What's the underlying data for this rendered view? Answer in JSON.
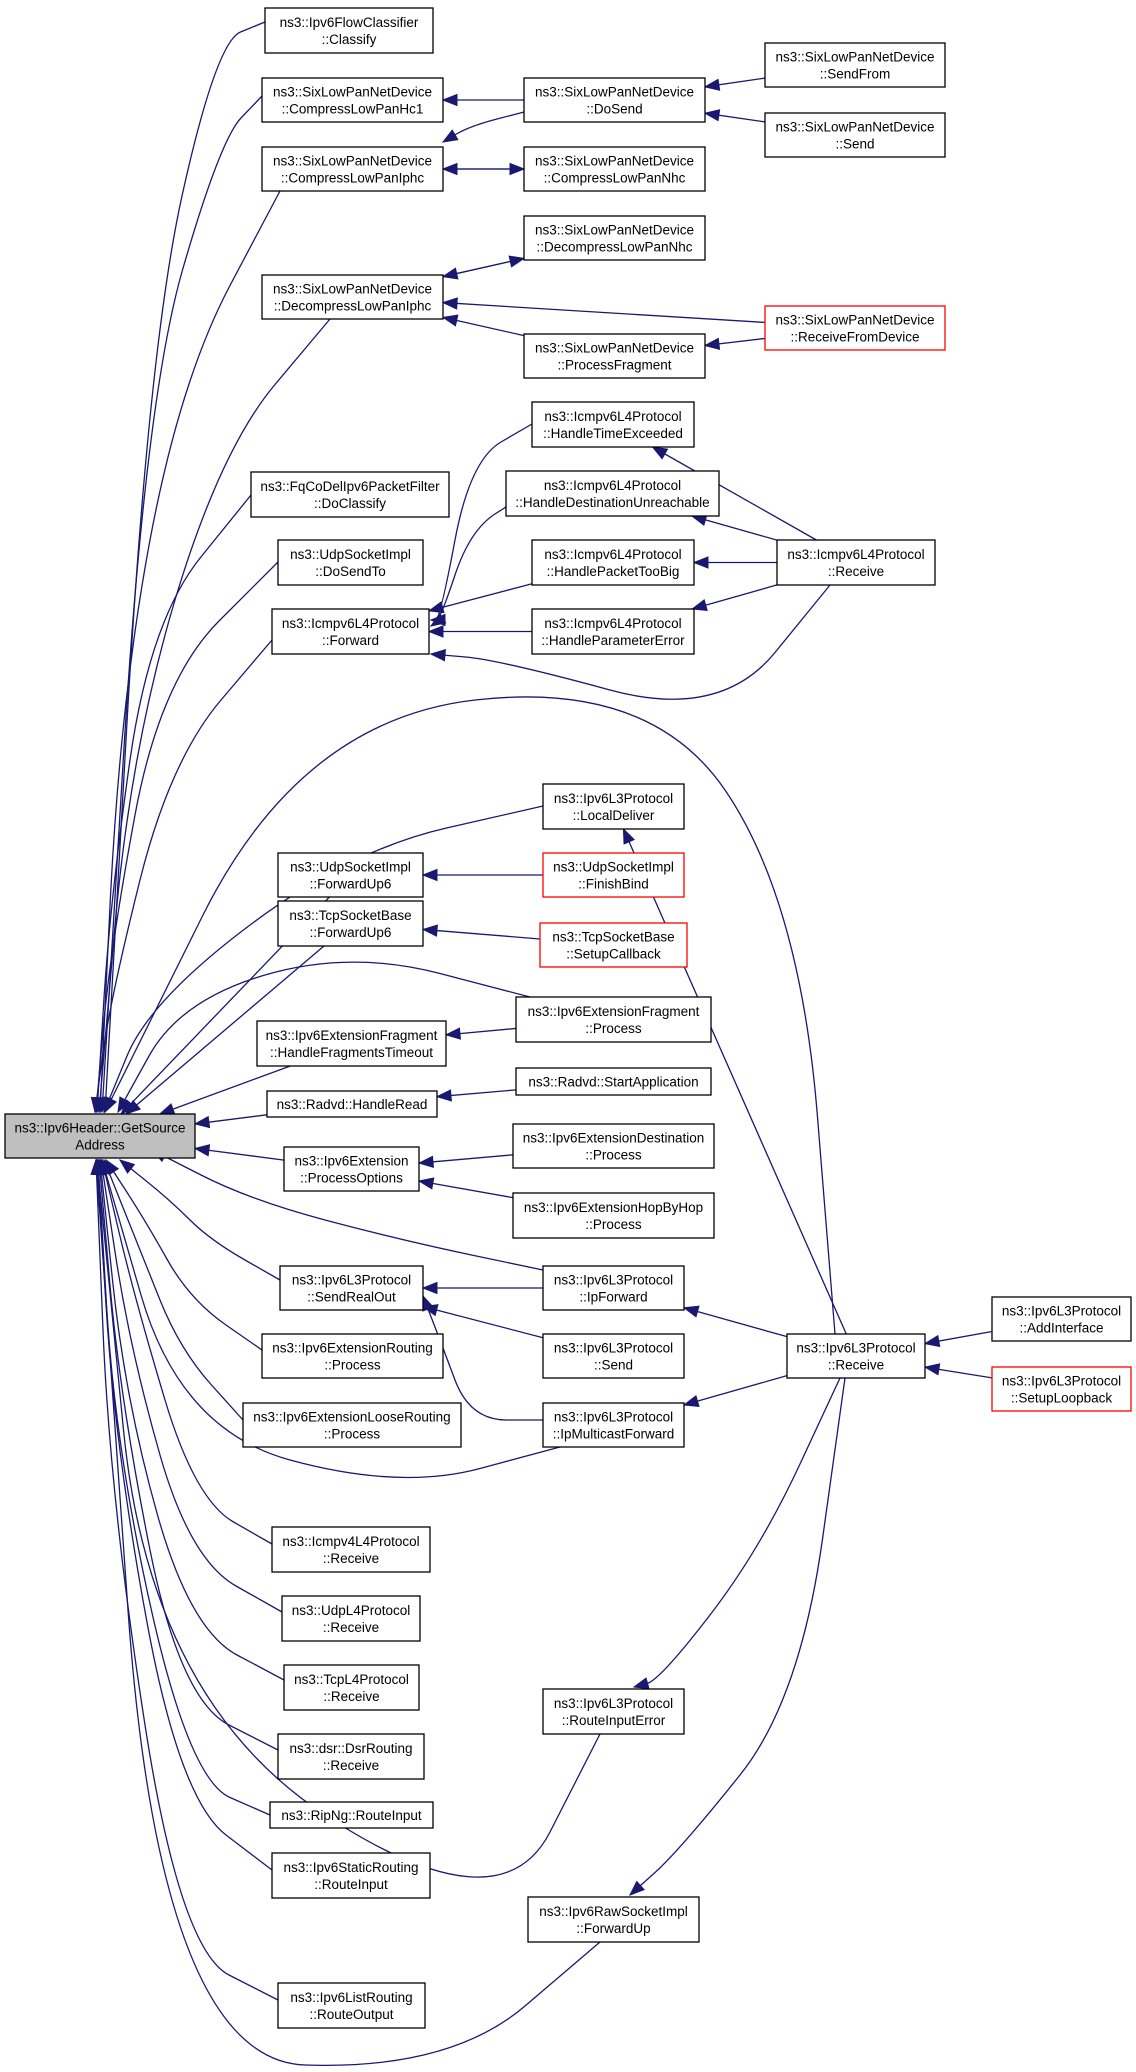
{
  "diagram": {
    "type": "call-graph",
    "colors": {
      "edge": "#191970",
      "root_fill": "#bfbfbf",
      "node_border": "#000000",
      "truncated_border": "#ff0000"
    },
    "nodes": [
      {
        "id": "root",
        "lines": [
          "ns3::Ipv6Header::GetSource",
          "Address"
        ],
        "style": "root"
      },
      {
        "id": "flowclassify",
        "lines": [
          "ns3::Ipv6FlowClassifier",
          "::Classify"
        ]
      },
      {
        "id": "compresshc1",
        "lines": [
          "ns3::SixLowPanNetDevice",
          "::CompressLowPanHc1"
        ]
      },
      {
        "id": "compressiphc",
        "lines": [
          "ns3::SixLowPanNetDevice",
          "::CompressLowPanIphc"
        ]
      },
      {
        "id": "decompressiphc",
        "lines": [
          "ns3::SixLowPanNetDevice",
          "::DecompressLowPanIphc"
        ]
      },
      {
        "id": "dosend",
        "lines": [
          "ns3::SixLowPanNetDevice",
          "::DoSend"
        ]
      },
      {
        "id": "compressnhc",
        "lines": [
          "ns3::SixLowPanNetDevice",
          "::CompressLowPanNhc"
        ]
      },
      {
        "id": "decompressnhc",
        "lines": [
          "ns3::SixLowPanNetDevice",
          "::DecompressLowPanNhc"
        ]
      },
      {
        "id": "processfragment",
        "lines": [
          "ns3::SixLowPanNetDevice",
          "::ProcessFragment"
        ]
      },
      {
        "id": "sendfrom",
        "lines": [
          "ns3::SixLowPanNetDevice",
          "::SendFrom"
        ]
      },
      {
        "id": "send6lp",
        "lines": [
          "ns3::SixLowPanNetDevice",
          "::Send"
        ]
      },
      {
        "id": "receivefromdevice",
        "lines": [
          "ns3::SixLowPanNetDevice",
          "::ReceiveFromDevice"
        ],
        "style": "red"
      },
      {
        "id": "fqcodel",
        "lines": [
          "ns3::FqCoDelIpv6PacketFilter",
          "::DoClassify"
        ]
      },
      {
        "id": "udpdosendto",
        "lines": [
          "ns3::UdpSocketImpl",
          "::DoSendTo"
        ]
      },
      {
        "id": "icmpforward",
        "lines": [
          "ns3::Icmpv6L4Protocol",
          "::Forward"
        ]
      },
      {
        "id": "handletime",
        "lines": [
          "ns3::Icmpv6L4Protocol",
          "::HandleTimeExceeded"
        ]
      },
      {
        "id": "handledest",
        "lines": [
          "ns3::Icmpv6L4Protocol",
          "::HandleDestinationUnreachable"
        ]
      },
      {
        "id": "handlepkt",
        "lines": [
          "ns3::Icmpv6L4Protocol",
          "::HandlePacketTooBig"
        ]
      },
      {
        "id": "handleparam",
        "lines": [
          "ns3::Icmpv6L4Protocol",
          "::HandleParameterError"
        ]
      },
      {
        "id": "icmp6receive",
        "lines": [
          "ns3::Icmpv6L4Protocol",
          "::Receive"
        ]
      },
      {
        "id": "localdeliver",
        "lines": [
          "ns3::Ipv6L3Protocol",
          "::LocalDeliver"
        ]
      },
      {
        "id": "udpforwardup6",
        "lines": [
          "ns3::UdpSocketImpl",
          "::ForwardUp6"
        ]
      },
      {
        "id": "finishbind",
        "lines": [
          "ns3::UdpSocketImpl",
          "::FinishBind"
        ],
        "style": "red"
      },
      {
        "id": "tcpforwardup6",
        "lines": [
          "ns3::TcpSocketBase",
          "::ForwardUp6"
        ]
      },
      {
        "id": "setupcallback",
        "lines": [
          "ns3::TcpSocketBase",
          "::SetupCallback"
        ],
        "style": "red"
      },
      {
        "id": "fragtimeout",
        "lines": [
          "ns3::Ipv6ExtensionFragment",
          "::HandleFragmentsTimeout"
        ]
      },
      {
        "id": "fragprocess",
        "lines": [
          "ns3::Ipv6ExtensionFragment",
          "::Process"
        ]
      },
      {
        "id": "radvdread",
        "lines": [
          "ns3::Radvd::HandleRead"
        ]
      },
      {
        "id": "radvdstart",
        "lines": [
          "ns3::Radvd::StartApplication"
        ]
      },
      {
        "id": "processoptions",
        "lines": [
          "ns3::Ipv6Extension",
          "::ProcessOptions"
        ]
      },
      {
        "id": "destprocess",
        "lines": [
          "ns3::Ipv6ExtensionDestination",
          "::Process"
        ]
      },
      {
        "id": "hopprocess",
        "lines": [
          "ns3::Ipv6ExtensionHopByHop",
          "::Process"
        ]
      },
      {
        "id": "sendrealout",
        "lines": [
          "ns3::Ipv6L3Protocol",
          "::SendRealOut"
        ]
      },
      {
        "id": "ipforward",
        "lines": [
          "ns3::Ipv6L3Protocol",
          "::IpForward"
        ]
      },
      {
        "id": "l3send",
        "lines": [
          "ns3::Ipv6L3Protocol",
          "::Send"
        ]
      },
      {
        "id": "ipmulticast",
        "lines": [
          "ns3::Ipv6L3Protocol",
          "::IpMulticastForward"
        ]
      },
      {
        "id": "l3receive",
        "lines": [
          "ns3::Ipv6L3Protocol",
          "::Receive"
        ]
      },
      {
        "id": "addinterface",
        "lines": [
          "ns3::Ipv6L3Protocol",
          "::AddInterface"
        ]
      },
      {
        "id": "setuploopback",
        "lines": [
          "ns3::Ipv6L3Protocol",
          "::SetupLoopback"
        ],
        "style": "red"
      },
      {
        "id": "routingprocess",
        "lines": [
          "ns3::Ipv6ExtensionRouting",
          "::Process"
        ]
      },
      {
        "id": "looseprocess",
        "lines": [
          "ns3::Ipv6ExtensionLooseRouting",
          "::Process"
        ]
      },
      {
        "id": "icmp4receive",
        "lines": [
          "ns3::Icmpv4L4Protocol",
          "::Receive"
        ]
      },
      {
        "id": "udp4receive",
        "lines": [
          "ns3::UdpL4Protocol",
          "::Receive"
        ]
      },
      {
        "id": "tcp4receive",
        "lines": [
          "ns3::TcpL4Protocol",
          "::Receive"
        ]
      },
      {
        "id": "dsrreceive",
        "lines": [
          "ns3::dsr::DsrRouting",
          "::Receive"
        ]
      },
      {
        "id": "ripng",
        "lines": [
          "ns3::RipNg::RouteInput"
        ]
      },
      {
        "id": "routeinputerror",
        "lines": [
          "ns3::Ipv6L3Protocol",
          "::RouteInputError"
        ]
      },
      {
        "id": "staticrouting",
        "lines": [
          "ns3::Ipv6StaticRouting",
          "::RouteInput"
        ]
      },
      {
        "id": "rawforwardup",
        "lines": [
          "ns3::Ipv6RawSocketImpl",
          "::ForwardUp"
        ]
      },
      {
        "id": "listrouting",
        "lines": [
          "ns3::Ipv6ListRouting",
          "::RouteOutput"
        ]
      }
    ],
    "edges": [
      {
        "from": "flowclassify",
        "to": "root"
      },
      {
        "from": "compresshc1",
        "to": "root"
      },
      {
        "from": "compressiphc",
        "to": "root"
      },
      {
        "from": "decompressiphc",
        "to": "root"
      },
      {
        "from": "dosend",
        "to": "compresshc1"
      },
      {
        "from": "dosend",
        "to": "compressiphc"
      },
      {
        "from": "compressiphc",
        "to": "compressnhc"
      },
      {
        "from": "compressnhc",
        "to": "compressiphc"
      },
      {
        "from": "sendfrom",
        "to": "dosend"
      },
      {
        "from": "send6lp",
        "to": "dosend"
      },
      {
        "from": "decompressiphc",
        "to": "decompressnhc"
      },
      {
        "from": "decompressnhc",
        "to": "decompressiphc"
      },
      {
        "from": "processfragment",
        "to": "decompressiphc"
      },
      {
        "from": "receivefromdevice",
        "to": "decompressiphc"
      },
      {
        "from": "receivefromdevice",
        "to": "processfragment"
      },
      {
        "from": "fqcodel",
        "to": "root"
      },
      {
        "from": "udpdosendto",
        "to": "root"
      },
      {
        "from": "icmpforward",
        "to": "root"
      },
      {
        "from": "handletime",
        "to": "icmpforward"
      },
      {
        "from": "handledest",
        "to": "icmpforward"
      },
      {
        "from": "handlepkt",
        "to": "icmpforward"
      },
      {
        "from": "handleparam",
        "to": "icmpforward"
      },
      {
        "from": "icmp6receive",
        "to": "icmpforward"
      },
      {
        "from": "icmp6receive",
        "to": "handletime"
      },
      {
        "from": "icmp6receive",
        "to": "handledest"
      },
      {
        "from": "icmp6receive",
        "to": "handlepkt"
      },
      {
        "from": "icmp6receive",
        "to": "handleparam"
      },
      {
        "from": "l3receive",
        "to": "root"
      },
      {
        "from": "localdeliver",
        "to": "root"
      },
      {
        "from": "l3receive",
        "to": "localdeliver"
      },
      {
        "from": "udpforwardup6",
        "to": "root"
      },
      {
        "from": "finishbind",
        "to": "udpforwardup6"
      },
      {
        "from": "tcpforwardup6",
        "to": "root"
      },
      {
        "from": "setupcallback",
        "to": "tcpforwardup6"
      },
      {
        "from": "fragprocess",
        "to": "root"
      },
      {
        "from": "fragtimeout",
        "to": "root"
      },
      {
        "from": "fragprocess",
        "to": "fragtimeout"
      },
      {
        "from": "radvdread",
        "to": "root"
      },
      {
        "from": "radvdstart",
        "to": "radvdread"
      },
      {
        "from": "processoptions",
        "to": "root"
      },
      {
        "from": "destprocess",
        "to": "processoptions"
      },
      {
        "from": "hopprocess",
        "to": "processoptions"
      },
      {
        "from": "ipforward",
        "to": "root"
      },
      {
        "from": "sendrealout",
        "to": "root"
      },
      {
        "from": "ipforward",
        "to": "sendrealout"
      },
      {
        "from": "l3send",
        "to": "sendrealout"
      },
      {
        "from": "ipmulticast",
        "to": "sendrealout"
      },
      {
        "from": "l3receive",
        "to": "ipforward"
      },
      {
        "from": "l3receive",
        "to": "ipmulticast"
      },
      {
        "from": "addinterface",
        "to": "l3receive"
      },
      {
        "from": "setuploopback",
        "to": "l3receive"
      },
      {
        "from": "routingprocess",
        "to": "root"
      },
      {
        "from": "looseprocess",
        "to": "root"
      },
      {
        "from": "ipmulticast",
        "to": "root"
      },
      {
        "from": "icmp4receive",
        "to": "root"
      },
      {
        "from": "udp4receive",
        "to": "root"
      },
      {
        "from": "tcp4receive",
        "to": "root"
      },
      {
        "from": "dsrreceive",
        "to": "root"
      },
      {
        "from": "ripng",
        "to": "root"
      },
      {
        "from": "routeinputerror",
        "to": "root"
      },
      {
        "from": "l3receive",
        "to": "routeinputerror"
      },
      {
        "from": "staticrouting",
        "to": "root"
      },
      {
        "from": "rawforwardup",
        "to": "root"
      },
      {
        "from": "l3receive",
        "to": "rawforwardup"
      },
      {
        "from": "listrouting",
        "to": "root"
      }
    ]
  }
}
